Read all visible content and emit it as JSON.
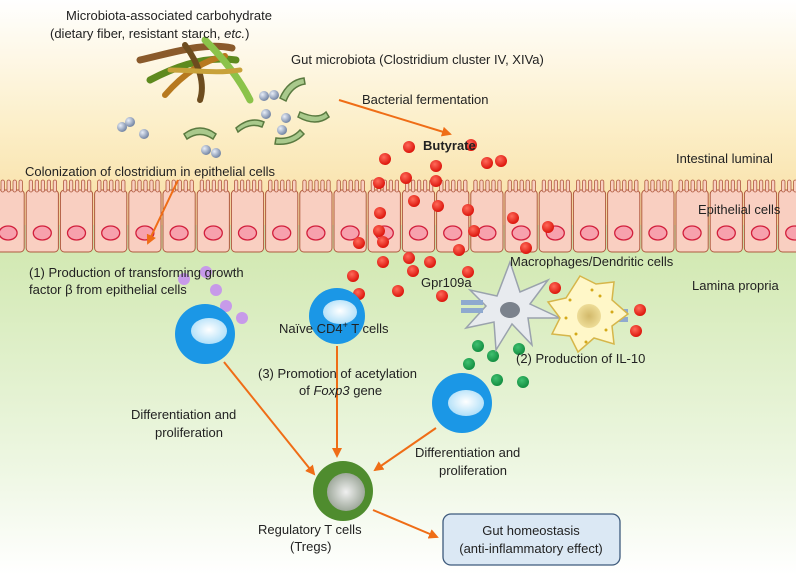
{
  "labels": {
    "carb_line1": "Microbiota-associated carbohydrate",
    "carb_line2_pre": "(dietary fiber, resistant starch, ",
    "carb_line2_ital": "etc.",
    "carb_line2_post": ")",
    "microbiota": "Gut microbiota (Clostridium cluster IV, XIVa)",
    "fermentation": "Bacterial fermentation",
    "butyrate": "Butyrate",
    "luminal": "Intestinal luminal",
    "colonization": "Colonization of clostridium in epithelial cells",
    "epithelial": "Epithelial cells",
    "tgf_line1": "(1) Production of transforming growth",
    "tgf_line2": "factor β from epithelial cells",
    "macrophages": "Macrophages/Dendritic cells",
    "lamina": "Lamina propria",
    "gpr": "Gpr109a",
    "naive_pre": "Naïve CD4",
    "naive_sup": "+",
    "naive_post": " T cells",
    "il10": "(2) Production of IL-10",
    "acetyl_line1": "(3) Promotion of acetylation",
    "acetyl_line2_pre": "of ",
    "acetyl_line2_ital": "Foxp3",
    "acetyl_line2_post": " gene",
    "diff_left_1": "Differentiation and",
    "diff_left_2": "proliferation",
    "diff_right_1": "Differentiation and",
    "diff_right_2": "proliferation",
    "treg_1": "Regulatory T cells",
    "treg_2": "(Tregs)",
    "homeo_1": "Gut homeostasis",
    "homeo_2": "(anti-inflammatory effect)"
  },
  "colors": {
    "butyrate_dot": "#e8160c",
    "arrow": "#ef6d16",
    "tgf_dot": "#c79ae9",
    "il10_dot": "#1a9a4a",
    "t_cell": "#1b97e6",
    "treg": "#4f8c2e",
    "cell_fill": "#f9cfc1",
    "nucleus": "#e83a5a"
  },
  "icons": [
    "fiber-strands-icon",
    "bacteria-rod-icon",
    "cocci-pair-icon",
    "macrophage-icon",
    "dendritic-cell-icon",
    "receptor-icon"
  ]
}
